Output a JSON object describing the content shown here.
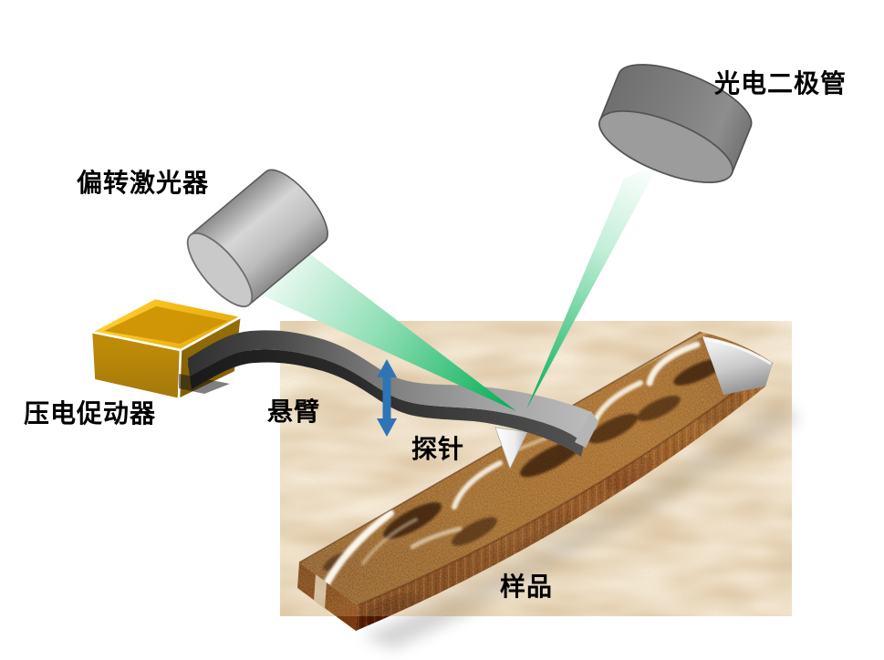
{
  "diagram": {
    "type": "AFM (atomic force microscope) schematic",
    "background": "#FFFFFF"
  },
  "labels": {
    "photodiode": "光电二极管",
    "deflection_laser": "偏转激光器",
    "piezo_actuator": "压电促动器",
    "cantilever": "悬臂",
    "probe": "探针",
    "sample": "样品"
  },
  "colors": {
    "beam_green": "#00AC52",
    "beam_green_mid": "#8FDFB5",
    "beam_pale": "#F4FCF8",
    "arrow_blue": "#2E75B6",
    "gold_bright": "#FFCC2E",
    "gold_top": "#D9A010",
    "gold_front": "#BE8B08",
    "gold_side": "#936D06",
    "device_gray": "#7E7E7E",
    "device_gray_light": "#D6D6D6",
    "cantilever_dark": "#303030",
    "cantilever_light": "#BDBDBD",
    "tip_white": "#FFFFFF",
    "sample_brown": "#8E4E10",
    "sample_brown_dark": "#6E330B",
    "sample_side": "#9C5618",
    "sample_side_dark": "#571F06"
  }
}
